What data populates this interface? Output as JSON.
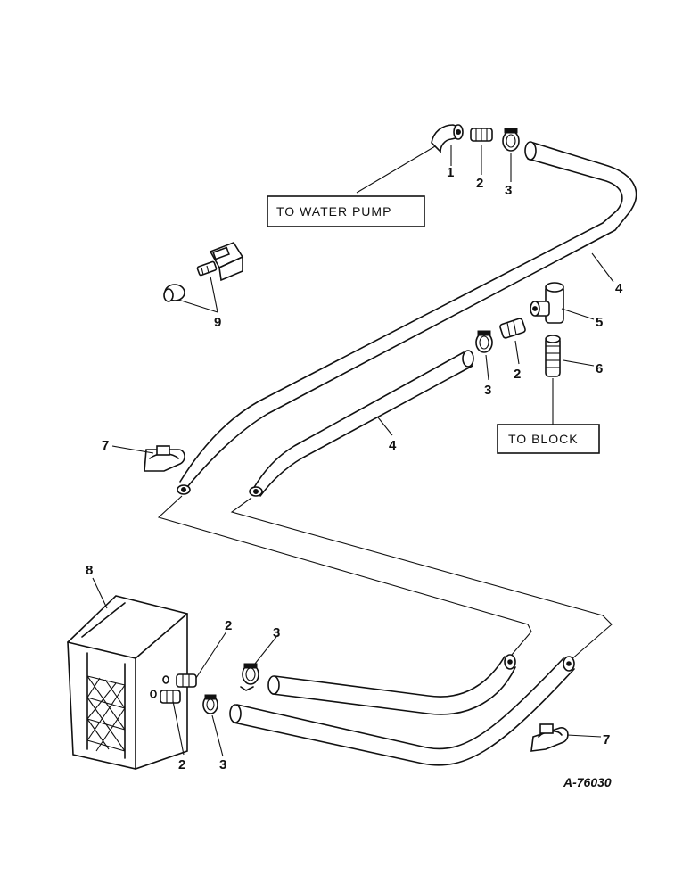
{
  "callouts": {
    "to_water_pump": "TO WATER PUMP",
    "to_block": "TO BLOCK"
  },
  "labels": {
    "elbow": "1",
    "nipple_top": "2",
    "clamp_top": "3",
    "hose_outer": "4",
    "tee": "5",
    "adapter": "6",
    "bracket_left": "7",
    "heater": "8",
    "valve": "9",
    "nipple_mid": "2",
    "clamp_mid": "3",
    "hose_inner": "4",
    "heater_nipple_upper": "2",
    "heater_clamp_upper": "3",
    "heater_nipple_lower": "2",
    "heater_clamp_lower": "3",
    "bracket_right": "7"
  },
  "reference": "A-76030"
}
